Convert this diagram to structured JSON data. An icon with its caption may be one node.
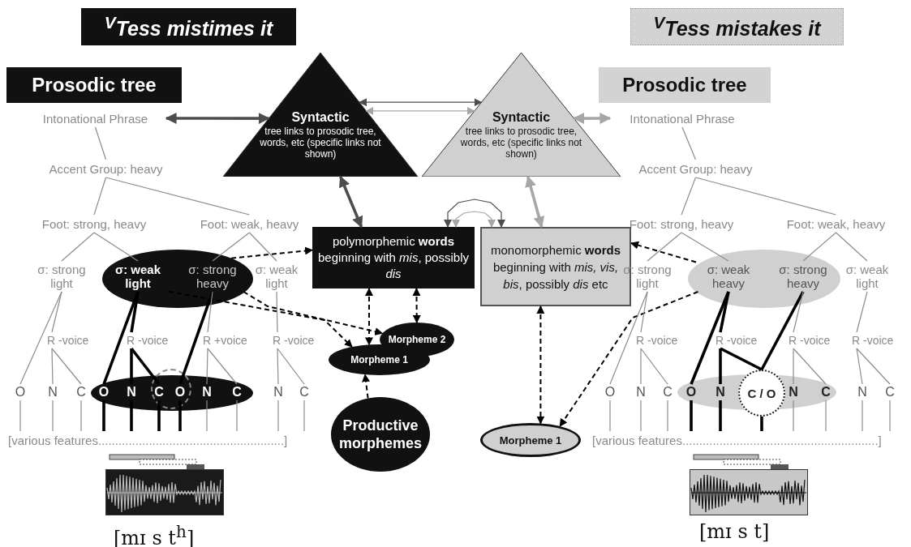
{
  "diagram": {
    "nodes": [
      {
        "text": [
          "$^{V}$Tess mistimes it"
        ]
      },
      {
        "text": [
          "$^{V}$Tess mistakes it"
        ]
      },
      {
        "text": [
          "Prosodic tree"
        ]
      },
      {
        "text": [
          "Prosodic tree"
        ]
      },
      {
        "text": [
          "Syntactic",
          "tree links to prosodic tree, words, etc (specific links not shown)"
        ]
      },
      {
        "text": [
          "Syntactic",
          "tree links to prosodic tree, words, etc (specific links not shown)"
        ]
      },
      {
        "text": [
          "Intonational Phrase"
        ]
      },
      {
        "text": [
          "Intonational Phrase"
        ]
      },
      {
        "text": [
          "Accent Group: heavy"
        ]
      },
      {
        "text": [
          "Accent Group: heavy"
        ]
      },
      {
        "text": [
          "Foot: strong, heavy"
        ]
      },
      {
        "text": [
          "Foot: weak, heavy"
        ]
      },
      {
        "text": [
          "Foot: strong, heavy"
        ]
      },
      {
        "text": [
          "Foot: weak, heavy"
        ]
      },
      {
        "text": [
          "σ: strong light"
        ]
      },
      {
        "text": [],
        "shape": "ellipse"
      },
      {
        "text": [
          "σ: weak light"
        ],
        "in": 15
      },
      {
        "text": [
          "σ: strong heavy"
        ],
        "in": 15
      },
      {
        "text": [
          "σ: weak light"
        ]
      },
      {
        "text": [
          "polymorphemic **words** beginning with *mis*, possibly *dis*"
        ]
      },
      {
        "text": [
          "monomorphemic **words** beginning with *mis, vis, bis*, possibly *dis* etc"
        ]
      },
      {
        "text": [
          "σ: strong light"
        ]
      },
      {
        "text": [],
        "shape": "ellipse"
      },
      {
        "text": [
          "σ: weak heavy"
        ],
        "in": 22
      },
      {
        "text": [
          "σ: strong heavy"
        ],
        "in": 22
      },
      {
        "text": [
          "σ: weak light"
        ]
      },
      {
        "text": [
          "R -voice"
        ]
      },
      {
        "text": [
          "R -voice"
        ]
      },
      {
        "text": [
          "R +voice"
        ]
      },
      {
        "text": [
          "R -voice"
        ]
      },
      {
        "text": [
          "Morpheme 2"
        ]
      },
      {
        "text": [
          "Morpheme 1"
        ]
      },
      {
        "text": [
          "R -voice"
        ]
      },
      {
        "text": [
          "R -voice"
        ]
      },
      {
        "text": [
          "R -voice"
        ]
      },
      {
        "text": [
          "R -voice"
        ]
      },
      {
        "text": [
          "O"
        ]
      },
      {
        "text": [
          "N"
        ]
      },
      {
        "text": [
          "C"
        ]
      },
      {
        "text": [],
        "shape": "ellipse"
      },
      {
        "text": [],
        "shape": "circle"
      },
      {
        "text": [
          "O"
        ],
        "in": 39
      },
      {
        "text": [
          "N"
        ],
        "in": 39
      },
      {
        "text": [
          "C"
        ],
        "in": 40
      },
      {
        "text": [
          "O"
        ],
        "in": 40
      },
      {
        "text": [
          "N"
        ],
        "in": 39
      },
      {
        "text": [
          "C"
        ],
        "in": 39
      },
      {
        "text": [
          "N"
        ]
      },
      {
        "text": [
          "C"
        ]
      },
      {
        "text": [
          "O"
        ]
      },
      {
        "text": [
          "N"
        ]
      },
      {
        "text": [
          "C"
        ]
      },
      {
        "text": [],
        "shape": "ellipse"
      },
      {
        "text": [
          "O"
        ],
        "in": 52
      },
      {
        "text": [
          "N"
        ],
        "in": 52
      },
      {
        "text": [
          "C / O"
        ]
      },
      {
        "text": [
          "N"
        ],
        "in": 52
      },
      {
        "text": [
          "C"
        ],
        "in": 52
      },
      {
        "text": [
          "N"
        ]
      },
      {
        "text": [
          "C"
        ]
      },
      {
        "text": [
          "Productive morphemes"
        ]
      },
      {
        "text": [
          "Morpheme 1"
        ]
      },
      {
        "text": [
          "[various features.......................................................]"
        ]
      },
      {
        "text": [
          "[various features..........................................................]"
        ]
      }
    ],
    "edges": [
      {
        "from": 6,
        "to": 4,
        "arrow": "both",
        "style": "thick",
        "color": "#4d4d4d"
      },
      {
        "from": 4,
        "to": 5,
        "arrow": "both",
        "color": "#4d4d4d"
      },
      {
        "from": 4,
        "to": 5,
        "arrow": "both",
        "color": "#a6a6a6"
      },
      {
        "from": 5,
        "to": 7,
        "arrow": "both",
        "style": "thick",
        "color": "#a6a6a6"
      },
      {
        "from": 4,
        "to": 19,
        "arrow": "both",
        "style": "thick",
        "color": "#4d4d4d"
      },
      {
        "from": 5,
        "to": 20,
        "arrow": "both",
        "style": "thick",
        "color": "#a6a6a6"
      },
      {
        "from": 19,
        "to": 20,
        "arrow": "both",
        "color": "#4d4d4d"
      },
      {
        "from": 19,
        "to": 20,
        "arrow": "both",
        "color": "#a6a6a6"
      },
      {
        "from": 15,
        "to": 19,
        "arrow": "to",
        "style": "dashed",
        "color": "#000000"
      },
      {
        "from": 16,
        "to": 31,
        "arrow": "to",
        "style": "dashed",
        "color": "#000000"
      },
      {
        "from": 17,
        "to": 30,
        "arrow": "to",
        "style": "dashed",
        "color": "#000000"
      },
      {
        "from": 19,
        "to": 31,
        "arrow": "both",
        "style": "dashed",
        "color": "#000000"
      },
      {
        "from": 19,
        "to": 30,
        "arrow": "both",
        "style": "dashed",
        "color": "#000000"
      },
      {
        "from": 60,
        "to": 31,
        "arrow": "to",
        "style": "dashed",
        "color": "#000000"
      },
      {
        "from": 23,
        "to": 20,
        "arrow": "to",
        "style": "dashed",
        "color": "#000000"
      },
      {
        "from": 23,
        "to": 61,
        "arrow": "to",
        "style": "dashed",
        "color": "#000000"
      },
      {
        "from": 20,
        "to": 61,
        "arrow": "both",
        "style": "dashed",
        "color": "#000000"
      },
      {
        "from": 6,
        "to": 8,
        "arrow": "none"
      },
      {
        "from": 8,
        "to": 10,
        "arrow": "none"
      },
      {
        "from": 8,
        "to": 11,
        "arrow": "none"
      },
      {
        "from": 10,
        "to": 14,
        "arrow": "none"
      },
      {
        "from": 10,
        "to": 16,
        "arrow": "none"
      },
      {
        "from": 11,
        "to": 17,
        "arrow": "none"
      },
      {
        "from": 11,
        "to": 18,
        "arrow": "none"
      },
      {
        "from": 14,
        "to": 36,
        "arrow": "none"
      },
      {
        "from": 14,
        "to": 26,
        "arrow": "none"
      },
      {
        "from": 26,
        "to": 37,
        "arrow": "none"
      },
      {
        "from": 26,
        "to": 38,
        "arrow": "none"
      },
      {
        "from": 16,
        "to": 41,
        "arrow": "none",
        "style": "thick",
        "color": "#000000"
      },
      {
        "from": 16,
        "to": 27,
        "arrow": "none",
        "style": "thick",
        "color": "#000000"
      },
      {
        "from": 27,
        "to": 42,
        "arrow": "none",
        "style": "thick",
        "color": "#000000"
      },
      {
        "from": 27,
        "to": 43,
        "arrow": "none",
        "style": "thick",
        "color": "#000000"
      },
      {
        "from": 17,
        "to": 44,
        "arrow": "none",
        "style": "thick",
        "color": "#000000"
      },
      {
        "from": 17,
        "to": 28,
        "arrow": "none"
      },
      {
        "from": 28,
        "to": 45,
        "arrow": "none"
      },
      {
        "from": 28,
        "to": 46,
        "arrow": "none"
      },
      {
        "from": 18,
        "to": 29,
        "arrow": "none"
      },
      {
        "from": 29,
        "to": 47,
        "arrow": "none"
      },
      {
        "from": 29,
        "to": 48,
        "arrow": "none"
      },
      {
        "from": 36,
        "to": 62,
        "arrow": "none"
      },
      {
        "from": 37,
        "to": 62,
        "arrow": "none"
      },
      {
        "from": 38,
        "to": 62,
        "arrow": "none"
      },
      {
        "from": 41,
        "to": 62,
        "arrow": "none",
        "style": "thick",
        "color": "#000000"
      },
      {
        "from": 42,
        "to": 62,
        "arrow": "none",
        "style": "thick",
        "color": "#000000"
      },
      {
        "from": 43,
        "to": 62,
        "arrow": "none",
        "style": "thick",
        "color": "#000000"
      },
      {
        "from": 44,
        "to": 62,
        "arrow": "none",
        "style": "thick",
        "color": "#000000"
      },
      {
        "from": 45,
        "to": 62,
        "arrow": "none"
      },
      {
        "from": 46,
        "to": 62,
        "arrow": "none"
      },
      {
        "from": 47,
        "to": 62,
        "arrow": "none"
      },
      {
        "from": 48,
        "to": 62,
        "arrow": "none"
      },
      {
        "from": 7,
        "to": 9,
        "arrow": "none"
      },
      {
        "from": 9,
        "to": 12,
        "arrow": "none"
      },
      {
        "from": 9,
        "to": 13,
        "arrow": "none"
      },
      {
        "from": 12,
        "to": 21,
        "arrow": "none"
      },
      {
        "from": 12,
        "to": 23,
        "arrow": "none"
      },
      {
        "from": 13,
        "to": 24,
        "arrow": "none"
      },
      {
        "from": 13,
        "to": 25,
        "arrow": "none"
      },
      {
        "from": 21,
        "to": 49,
        "arrow": "none"
      },
      {
        "from": 21,
        "to": 32,
        "arrow": "none"
      },
      {
        "from": 32,
        "to": 50,
        "arrow": "none"
      },
      {
        "from": 32,
        "to": 51,
        "arrow": "none"
      },
      {
        "from": 23,
        "to": 53,
        "arrow": "none",
        "style": "thick",
        "color": "#000000"
      },
      {
        "from": 23,
        "to": 33,
        "arrow": "none",
        "style": "thick",
        "color": "#000000"
      },
      {
        "from": 33,
        "to": 54,
        "arrow": "none",
        "style": "thick",
        "color": "#000000"
      },
      {
        "from": 33,
        "to": 55,
        "arrow": "none",
        "style": "thick",
        "color": "#000000"
      },
      {
        "from": 24,
        "to": 55,
        "arrow": "none",
        "style": "thick",
        "color": "#000000"
      },
      {
        "from": 24,
        "to": 34,
        "arrow": "none"
      },
      {
        "from": 34,
        "to": 56,
        "arrow": "none"
      },
      {
        "from": 34,
        "to": 57,
        "arrow": "none"
      },
      {
        "from": 25,
        "to": 35,
        "arrow": "none"
      },
      {
        "from": 35,
        "to": 58,
        "arrow": "none"
      },
      {
        "from": 35,
        "to": 59,
        "arrow": "none"
      },
      {
        "from": 49,
        "to": 63,
        "arrow": "none"
      },
      {
        "from": 50,
        "to": 63,
        "arrow": "none"
      },
      {
        "from": 51,
        "to": 63,
        "arrow": "none"
      },
      {
        "from": 53,
        "to": 63,
        "arrow": "none",
        "style": "thick",
        "color": "#000000"
      },
      {
        "from": 54,
        "to": 63,
        "arrow": "none",
        "style": "thick",
        "color": "#000000"
      },
      {
        "from": 55,
        "to": 63,
        "arrow": "none",
        "style": "thick",
        "color": "#000000"
      },
      {
        "from": 56,
        "to": 63,
        "arrow": "none"
      },
      {
        "from": 57,
        "to": 63,
        "arrow": "none"
      },
      {
        "from": 58,
        "to": 63,
        "arrow": "none"
      },
      {
        "from": 59,
        "to": 63,
        "arrow": "none"
      }
    ],
    "labels": [
      "[mɪ s t$^{h}$]",
      "[mɪ s t]"
    ]
  }
}
